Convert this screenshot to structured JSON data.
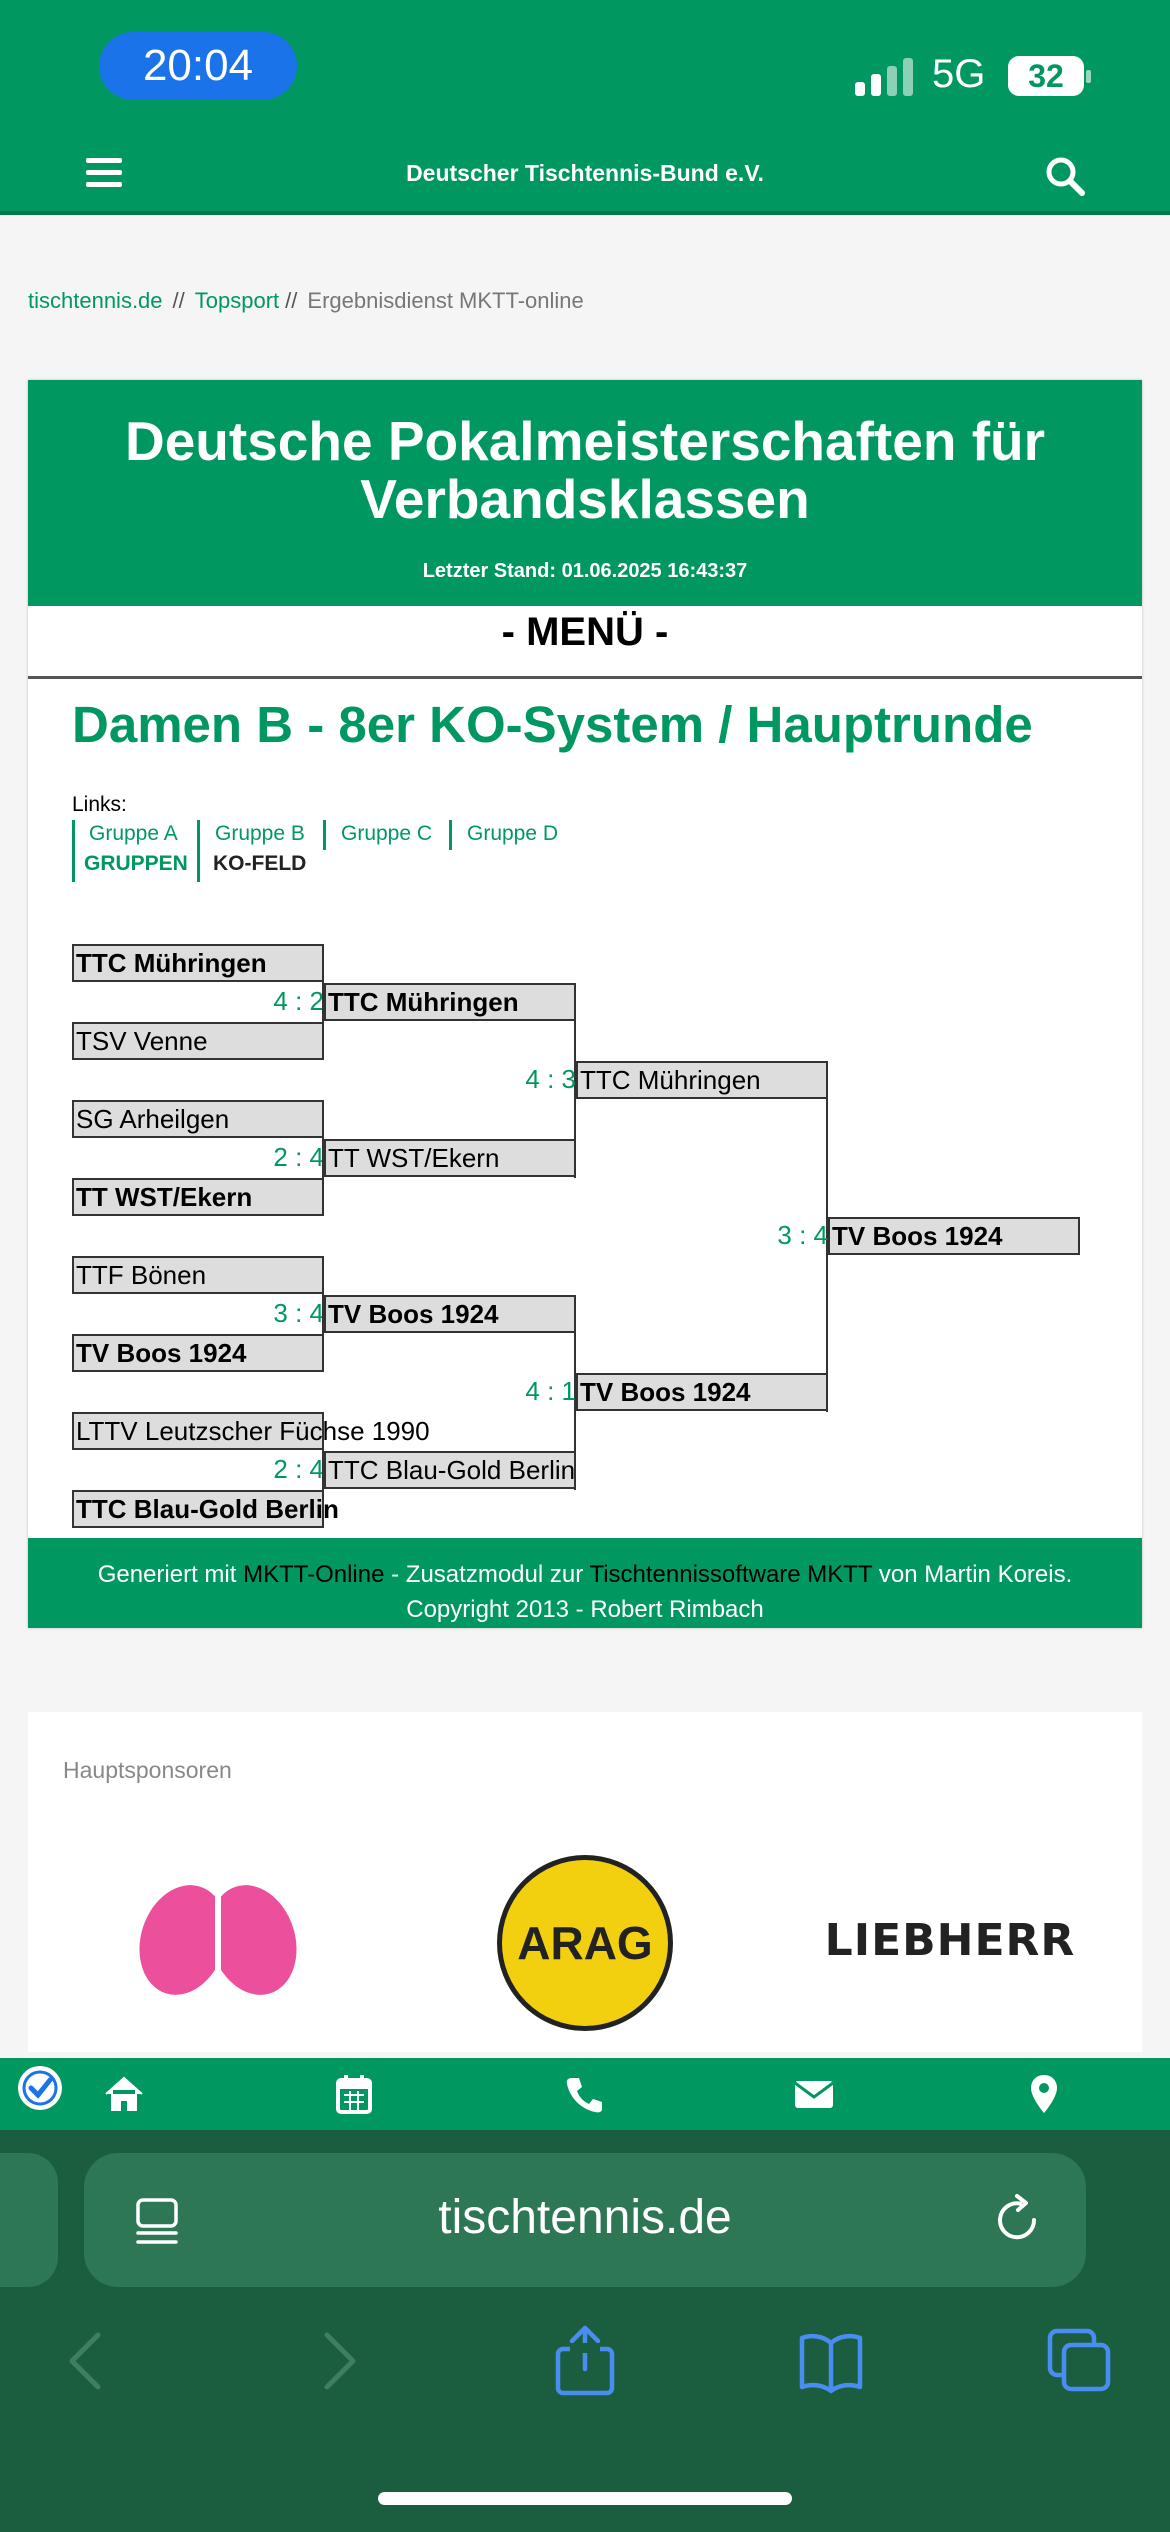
{
  "status_bar": {
    "time": "20:04",
    "network": "5G",
    "battery": "32"
  },
  "site_header": {
    "title": "Deutscher Tischtennis-Bund e.V."
  },
  "breadcrumb": {
    "home": "tischtennis.de",
    "sep1": "//",
    "topsport": "Topsport",
    "sep2": "//",
    "current": "Ergebnisdienst MKTT-online"
  },
  "page": {
    "title": "Deutsche Pokalmeisterschaften für Verbandsklassen",
    "last_update": "Letzter Stand: 01.06.2025 16:43:37",
    "menu": "- MENÜ -",
    "section_title": "Damen B - 8er KO-System / Hauptrunde",
    "links_label": "Links:",
    "groups": [
      "Gruppe A",
      "Gruppe B",
      "Gruppe C",
      "Gruppe D"
    ],
    "nav_gruppen": "GRUPPEN",
    "nav_kofeld": "KO-FELD"
  },
  "bracket": {
    "round1": [
      "TTC Mühringen",
      "TSV Venne",
      "SG Arheilgen",
      "TT WST/Ekern",
      "TTF Bönen",
      "TV Boos 1924",
      "LTTV Leutzscher Füchse 1990",
      "TTC Blau-Gold Berlin"
    ],
    "round1_winner_bold": [
      true,
      false,
      false,
      true,
      false,
      true,
      false,
      true
    ],
    "round2": [
      "TTC Mühringen",
      "TT WST/Ekern",
      "TV Boos 1924",
      "TTC Blau-Gold Berlin"
    ],
    "round2_scores": [
      "4 : 2",
      "2 : 4",
      "3 : 4",
      "2 : 4"
    ],
    "round2_bold": [
      true,
      false,
      true,
      false
    ],
    "semi": [
      "TTC Mühringen",
      "TV Boos 1924"
    ],
    "semi_scores": [
      "4 : 3",
      "4 : 1"
    ],
    "semi_bold": [
      false,
      true
    ],
    "final": "TV Boos 1924",
    "final_score": "3 : 4"
  },
  "footer": {
    "gen": "Generiert mit ",
    "mktt_online": "MKTT-Online",
    "mid": " - Zusatzmodul zur ",
    "software": "Tischtennissoftware MKTT",
    "author": " von Martin Koreis.",
    "copyright": "Copyright 2013 - Robert Rimbach"
  },
  "sponsors": {
    "label": "Hauptsponsoren",
    "arag": "ARAG",
    "liebherr": "LIEBHERR"
  },
  "safari": {
    "url": "tischtennis.de"
  },
  "colors": {
    "brand_green": "#009860",
    "safari_bg": "#1a5e3f",
    "ios_blue": "#1a73e8"
  }
}
